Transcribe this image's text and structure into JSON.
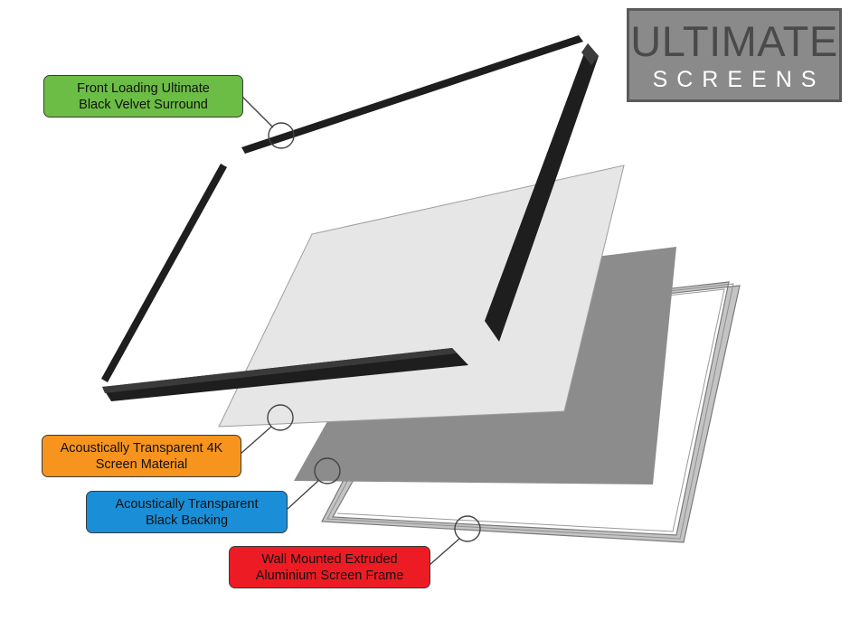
{
  "logo": {
    "line1": "ULTIMATE",
    "line2": "SCREENS"
  },
  "callouts": {
    "surround": {
      "line1": "Front Loading Ultimate",
      "line2": "Black Velvet Surround",
      "color": "#6cbd45"
    },
    "material": {
      "line1": "Acoustically Transparent 4K",
      "line2": "Screen Material",
      "color": "#f7941e"
    },
    "backing": {
      "line1": "Acoustically Transparent",
      "line2": "Black Backing",
      "color": "#1a8fd8"
    },
    "frame": {
      "line1": "Wall Mounted Extruded",
      "line2": "Aluminium Screen Frame",
      "color": "#ed1c24"
    }
  },
  "colors": {
    "surround_bar": "#1e1e1e",
    "screen_material": "#e6e6e6",
    "black_backing": "#8c8c8c",
    "aluminium_frame": "#bdbdbd",
    "leader": "#444444"
  }
}
